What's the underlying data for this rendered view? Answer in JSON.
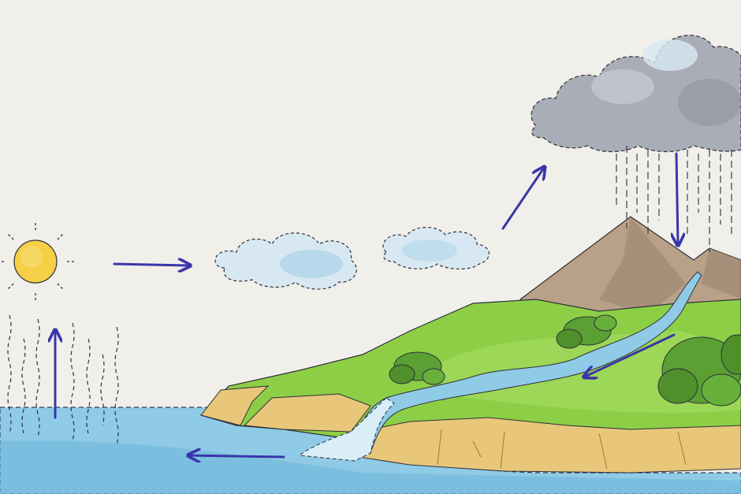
{
  "diagram": {
    "type": "water-cycle-illustration",
    "stages": [
      "sun",
      "evaporation",
      "condensation",
      "precipitation",
      "runoff",
      "collection"
    ],
    "elements": {
      "sun": "sun-icon",
      "clouds": [
        "small-cloud",
        "small-cloud",
        "rain-cloud"
      ],
      "landforms": [
        "mountains",
        "island",
        "river",
        "sea"
      ],
      "arrows": [
        "evaporation-arrow",
        "wind-arrow",
        "rise-arrow",
        "rain-arrow",
        "river-flow-arrow",
        "return-to-sea-arrow"
      ]
    }
  },
  "colors": {
    "paper": "#f1efea",
    "arrow": "#3a36a8",
    "sun": "#f5cf45",
    "sea": "#8fcbe6",
    "grass": "#8ccf46",
    "dark_grass": "#5aa032",
    "cliff": "#e8c77a",
    "mountain": "#b9a188",
    "storm_cloud": "#a9adb7",
    "light_cloud": "#d8e8f2"
  }
}
